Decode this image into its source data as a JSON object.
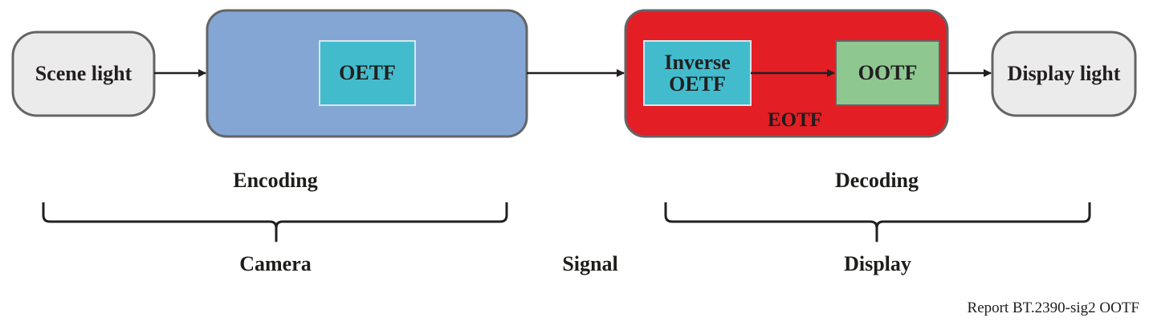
{
  "nodes": {
    "scene_light": "Scene light",
    "oetf": "OETF",
    "inverse_oetf_line1": "Inverse",
    "inverse_oetf_line2": "OETF",
    "ootf": "OOTF",
    "eotf": "EOTF",
    "display_light": "Display light"
  },
  "labels": {
    "encoding": "Encoding",
    "decoding": "Decoding",
    "camera": "Camera",
    "signal": "Signal",
    "display": "Display"
  },
  "reference": "Report BT.2390-sig2 OOTF",
  "colors": {
    "endpoint_fill": "#ebebeb",
    "camera_fill": "#83a6d4",
    "display_fill": "#e31e25",
    "oetf_fill": "#42bccd",
    "ootf_fill": "#8fc791",
    "stroke": "#636466",
    "arrow": "#231f20"
  }
}
